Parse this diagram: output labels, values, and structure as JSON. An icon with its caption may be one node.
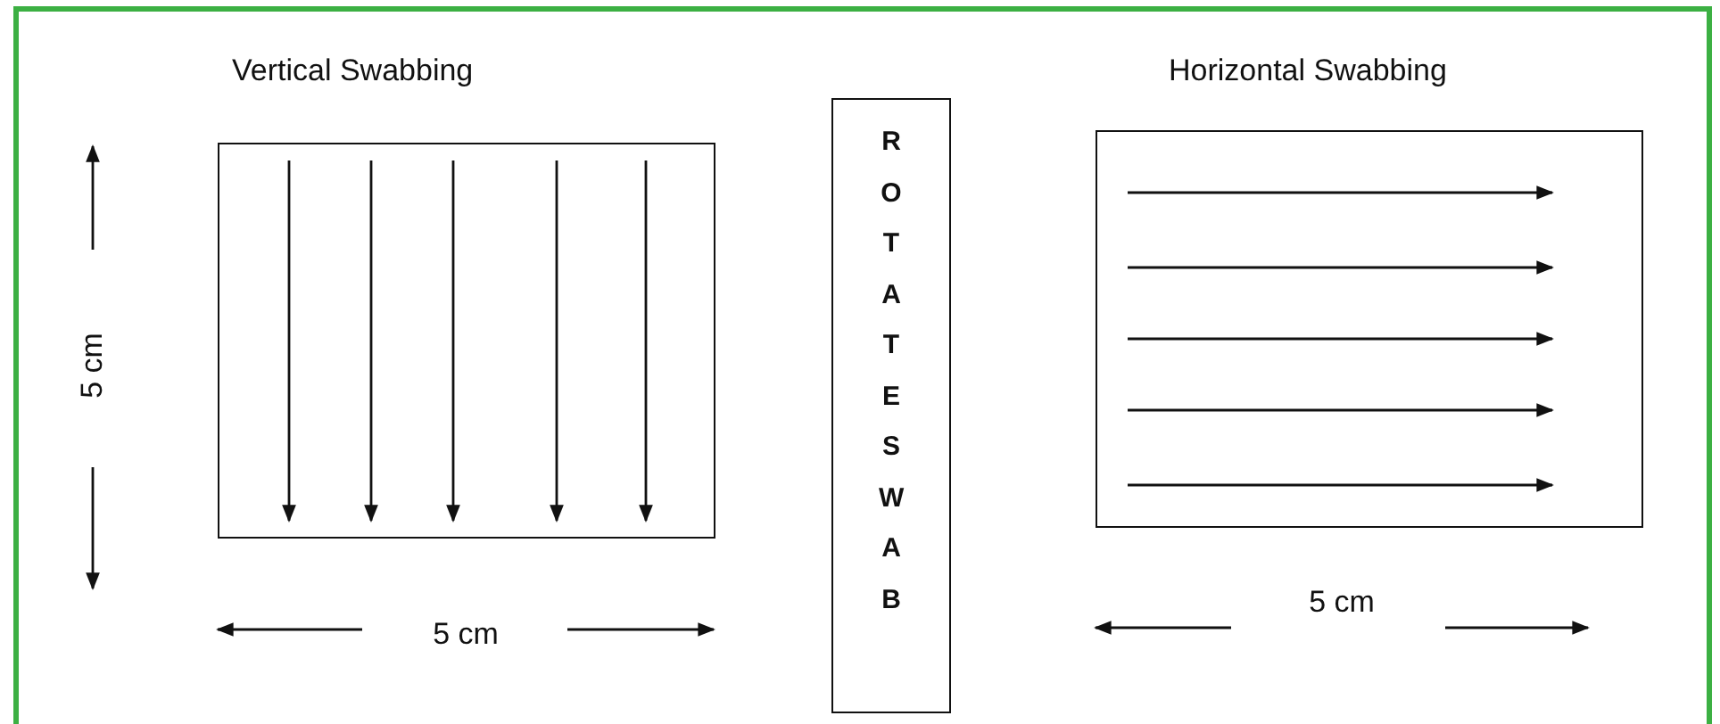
{
  "diagram": {
    "nodes": [
      {
        "text": [
          "Vertical Swabbing"
        ]
      },
      {
        "text": [
          "ROTATE SWAB"
        ]
      },
      {
        "text": [
          "Horizontal Swabbing"
        ]
      }
    ],
    "labels": [
      "5 cm",
      "5 cm",
      "5 cm"
    ]
  }
}
